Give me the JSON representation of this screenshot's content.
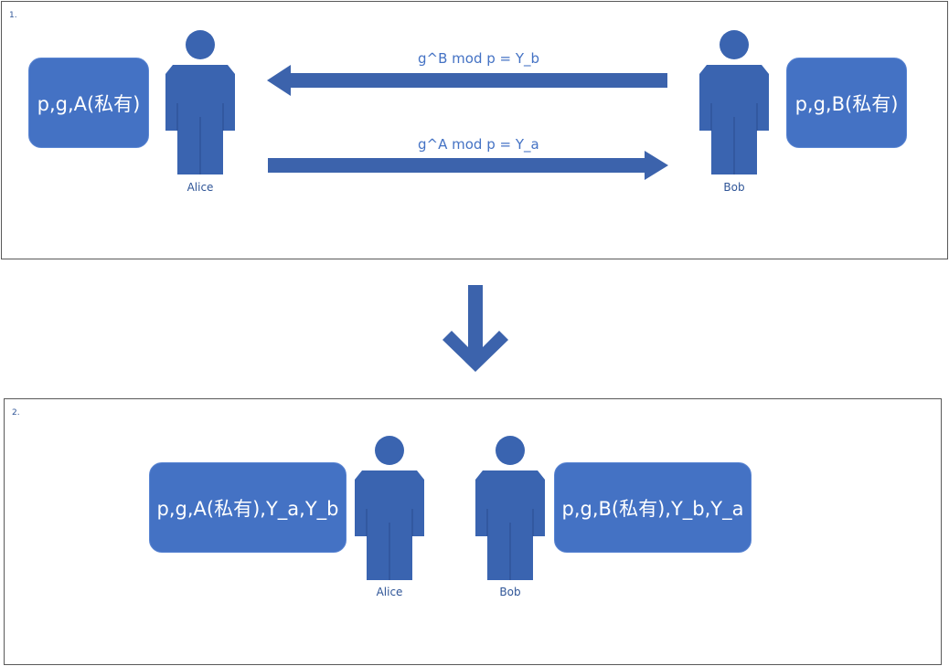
{
  "colors": {
    "shape_fill": "#4472c4",
    "figure_fill": "#3a64b0",
    "arrow_fill": "#3c63ac",
    "text_blue": "#4472c4",
    "label_blue": "#2f5597",
    "border": "#595959"
  },
  "step1": {
    "label": "1.",
    "alice_box": "p,g,A(私有)",
    "bob_box": "p,g,B(私有)",
    "alice_name": "Alice",
    "bob_name": "Bob",
    "msg_to_alice": "g^B mod p = Y_b",
    "msg_to_bob": "g^A mod p = Y_a"
  },
  "step2": {
    "label": "2.",
    "alice_box": "p,g,A(私有),Y_a,Y_b",
    "bob_box": "p,g,B(私有),Y_b,Y_a",
    "alice_name": "Alice",
    "bob_name": "Bob"
  }
}
